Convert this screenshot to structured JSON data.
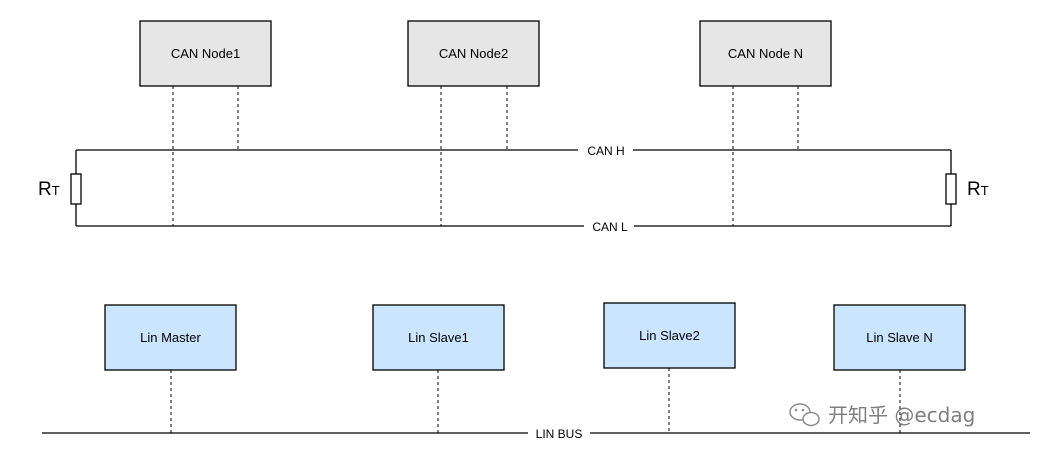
{
  "can": {
    "nodes": [
      {
        "label": "CAN Node1"
      },
      {
        "label": "CAN Node2"
      },
      {
        "label": "CAN Node N"
      }
    ],
    "bus_h_label": "CAN H",
    "bus_l_label": "CAN L",
    "terminator_left": {
      "main": "R",
      "sub": "T"
    },
    "terminator_right": {
      "main": "R",
      "sub": "T"
    }
  },
  "lin": {
    "nodes": [
      {
        "label": "Lin Master"
      },
      {
        "label": "Lin Slave1"
      },
      {
        "label": "Lin Slave2"
      },
      {
        "label": "Lin Slave N"
      }
    ],
    "bus_label": "LIN BUS"
  },
  "watermark": {
    "text": "开知乎 @ecdag",
    "icon": "wechat-icon"
  },
  "colors": {
    "can_node_fill": "#e6e6e6",
    "lin_node_fill": "#cce5ff",
    "stroke": "#000000"
  }
}
